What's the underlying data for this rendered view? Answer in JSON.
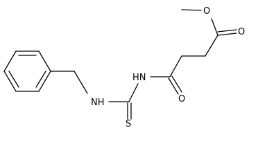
{
  "atoms": {
    "nh_left": "NH",
    "nh_right": "HN",
    "s": "S",
    "o_amide": "O",
    "o_carbonyl": "O",
    "o_ether": "O"
  }
}
